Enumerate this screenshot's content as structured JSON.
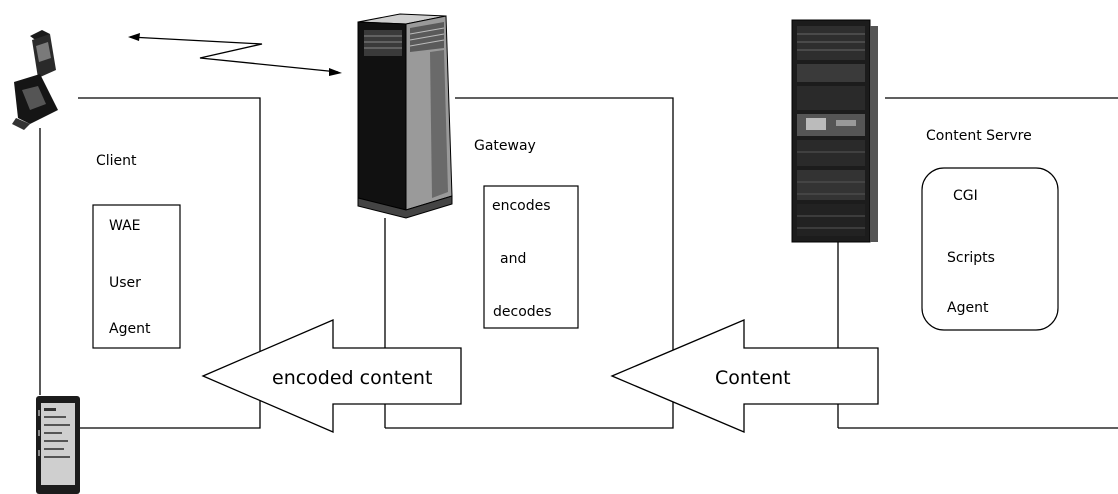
{
  "client": {
    "title": "Client",
    "box_lines": [
      "WAE",
      "User",
      "Agent"
    ]
  },
  "gateway": {
    "title": "Gateway",
    "box_lines": [
      "encodes",
      "and",
      "decodes"
    ]
  },
  "content_server": {
    "title": "Content Servre",
    "box_lines": [
      "CGI",
      "Scripts",
      "Agent"
    ]
  },
  "arrows": {
    "left": "encoded content",
    "right": "Content"
  },
  "icons": {
    "phone": "mobile-phone-icon",
    "pda": "pda-device-icon",
    "gateway": "gateway-server-tower-icon",
    "content_server": "content-server-rack-icon",
    "wireless": "wireless-link-icon"
  }
}
